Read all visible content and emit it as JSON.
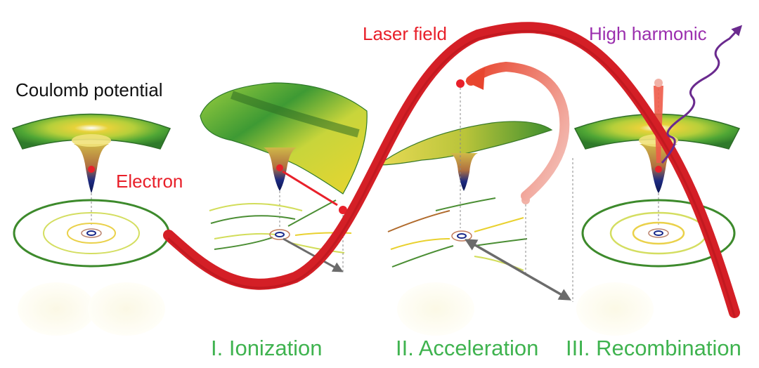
{
  "labels": {
    "coulomb": "Coulomb potential",
    "electron": "Electron",
    "laser": "Laser field",
    "harmonic": "High harmonic"
  },
  "steps": [
    {
      "label": "I. Ionization"
    },
    {
      "label": "II. Acceleration"
    },
    {
      "label": "III. Recombination"
    }
  ],
  "colors": {
    "laser": "#d41f26",
    "electron": "#e8202a",
    "harmonic": "#9b2fae",
    "step_text": "#3fb34f",
    "arrow": "#6b6b6b"
  }
}
